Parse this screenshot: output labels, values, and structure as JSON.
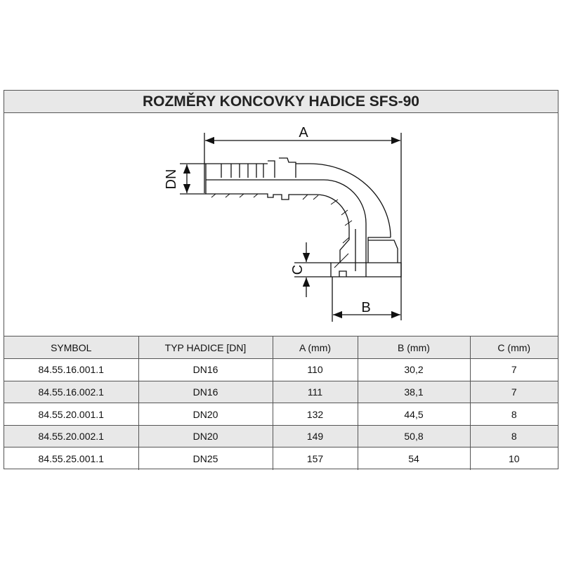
{
  "title": "ROZMĚRY KONCOVKY HADICE SFS-90",
  "diagram": {
    "labels": {
      "a": "A",
      "b": "B",
      "c": "C",
      "dn": "DN"
    }
  },
  "table": {
    "headers": [
      "SYMBOL",
      "TYP HADICE [DN]",
      "A (mm)",
      "B (mm)",
      "C (mm)"
    ],
    "rows": [
      [
        "84.55.16.001.1",
        "DN16",
        "110",
        "30,2",
        "7"
      ],
      [
        "84.55.16.002.1",
        "DN16",
        "111",
        "38,1",
        "7"
      ],
      [
        "84.55.20.001.1",
        "DN20",
        "132",
        "44,5",
        "8"
      ],
      [
        "84.55.20.002.1",
        "DN20",
        "149",
        "50,8",
        "8"
      ],
      [
        "84.55.25.001.1",
        "DN25",
        "157",
        "54",
        "10"
      ]
    ]
  }
}
